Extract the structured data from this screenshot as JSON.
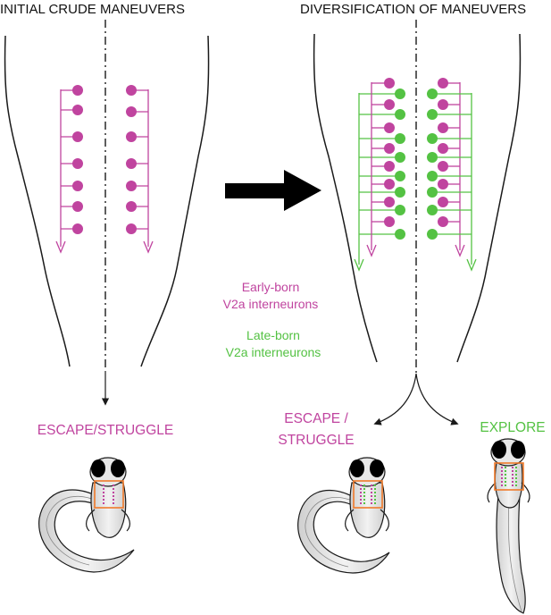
{
  "titles": {
    "left": "INITIAL CRUDE MANEUVERS",
    "right": "DIVERSIFICATION OF MANEUVERS"
  },
  "legend": {
    "early_line1": "Early-born",
    "early_line2": "V2a interneurons",
    "late_line1": "Late-born",
    "late_line2": "V2a interneurons"
  },
  "behaviors": {
    "left": "ESCAPE/STRUGGLE",
    "right_escape_line1": "ESCAPE /",
    "right_escape_line2": "STRUGGLE",
    "right_explore": "EXPLORE"
  },
  "colors": {
    "early_born": "#c0449f",
    "late_born": "#54c243",
    "outline": "#1a1a1a",
    "fish_orange": "#f07a2a"
  }
}
